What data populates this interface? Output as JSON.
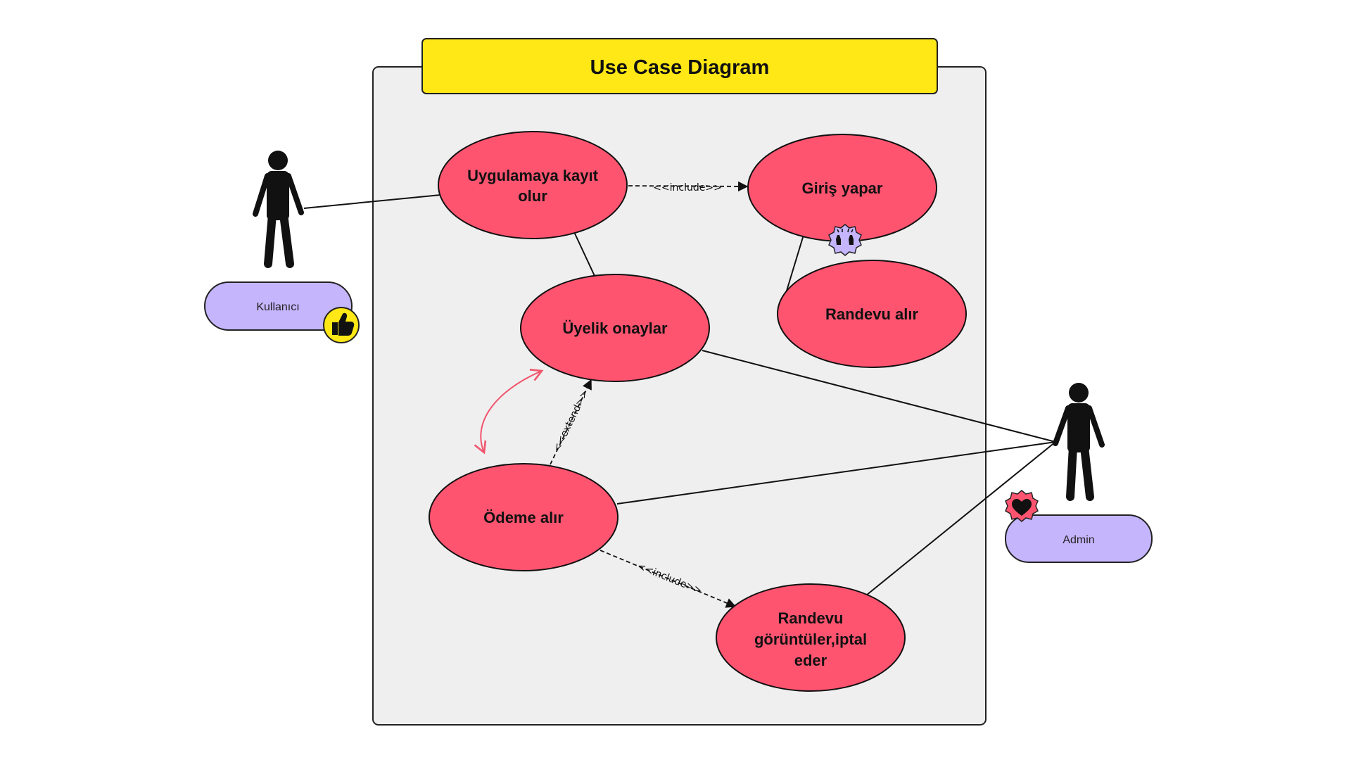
{
  "title": "Use Case Diagram",
  "actors": {
    "user": {
      "label": "Kullanıcı"
    },
    "admin": {
      "label": "Admin"
    }
  },
  "use_cases": {
    "register": {
      "lines": [
        "Uygulamaya kayıt",
        "olur"
      ]
    },
    "login": {
      "lines": [
        "Giriş yapar"
      ]
    },
    "approve": {
      "lines": [
        "Üyelik onaylar"
      ]
    },
    "appointment": {
      "lines": [
        "Randevu alır"
      ]
    },
    "payment": {
      "lines": [
        "Ödeme alır"
      ]
    },
    "view_cancel": {
      "lines": [
        "Randevu",
        "görüntüler,iptal",
        "eder"
      ]
    }
  },
  "relations": {
    "include_1": "<<include>>",
    "include_2": "<<include>>",
    "extend_1": "<<extend>>"
  },
  "stickers": {
    "user": "thumbs-up-icon",
    "admin": "heart-icon",
    "login": "raised-hands-icon"
  },
  "colors": {
    "use_case_fill": "#ff5470",
    "title_fill": "#ffe815",
    "actor_label_fill": "#c4b5fd",
    "boundary_fill": "#efefef",
    "arrow_accent": "#f0566e"
  }
}
